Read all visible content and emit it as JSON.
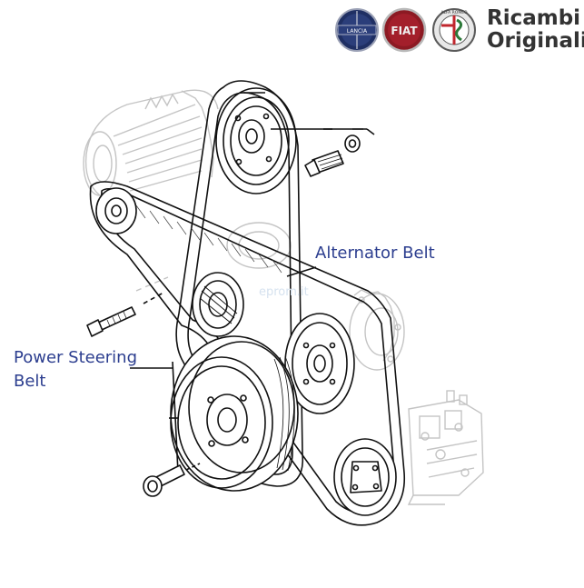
{
  "brand": {
    "logos": [
      "lancia-logo",
      "fiat-logo",
      "alfa-romeo-logo"
    ],
    "lancia_text": "LANCIA",
    "fiat_text": "FIAT",
    "alfa_text": "ALFA ROMEO",
    "line1": "Ricambi",
    "line2": "Originali",
    "colors": {
      "lancia": "#2b3e7a",
      "fiat": "#a31f2b",
      "alfa": "#d4d4d4",
      "text": "#333333"
    }
  },
  "labels": {
    "alternator_belt": "Alternator Belt",
    "power_steering_line1": "Power Steering",
    "power_steering_line2": "Belt",
    "label_color": "#2c3e8f"
  }
}
